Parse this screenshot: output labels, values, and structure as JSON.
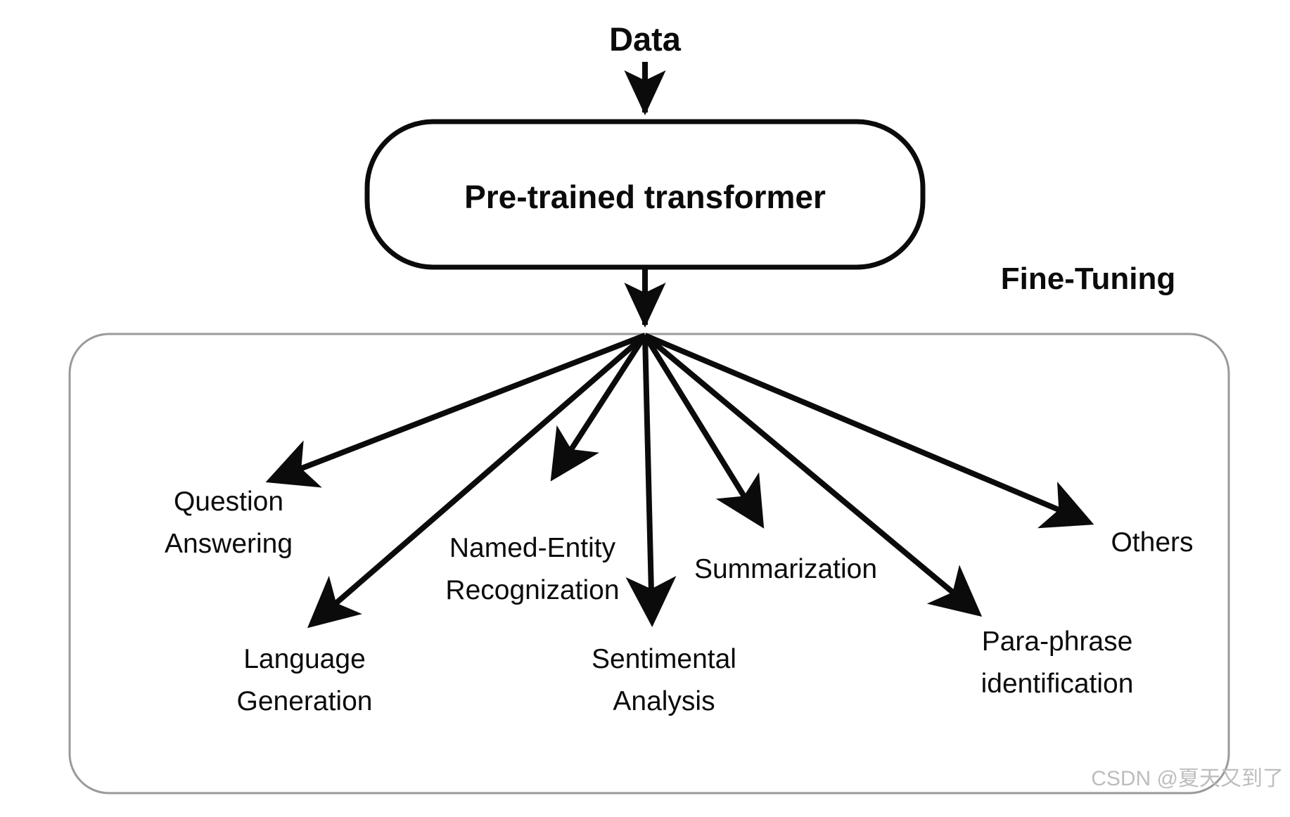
{
  "diagram": {
    "title_top": "Data",
    "pretrained_box": {
      "label": "Pre-trained transformer"
    },
    "section_label": "Fine-Tuning",
    "tasks": [
      {
        "id": "question-answering",
        "line1": "Question",
        "line2": "Answering"
      },
      {
        "id": "language-generation",
        "line1": "Language",
        "line2": "Generation"
      },
      {
        "id": "named-entity-recognition",
        "line1": "Named-Entity",
        "line2": "Recognization"
      },
      {
        "id": "sentimental-analysis",
        "line1": "Sentimental",
        "line2": "Analysis"
      },
      {
        "id": "summarization",
        "line1": "Summarization",
        "line2": ""
      },
      {
        "id": "para-phrase-identification",
        "line1": "Para-phrase",
        "line2": "identification"
      },
      {
        "id": "others",
        "line1": "Others",
        "line2": ""
      }
    ],
    "watermark": "CSDN @夏天又到了",
    "colors": {
      "ink": "#0b0b0b",
      "container_border": "#9a9a9a",
      "background": "#ffffff",
      "watermark": "#bdbdbd"
    }
  }
}
